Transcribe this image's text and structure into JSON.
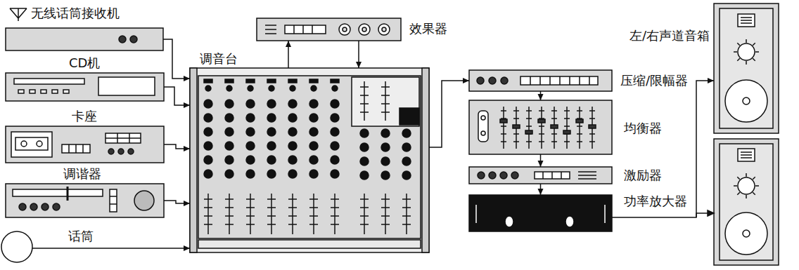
{
  "diagram": {
    "nodes": [
      {
        "text": [
          "无线话筒接收机"
        ]
      },
      {
        "text": [
          "CD机"
        ]
      },
      {
        "text": [
          "卡座"
        ]
      },
      {
        "text": [
          "调谐器"
        ]
      },
      {
        "text": [
          "话筒"
        ]
      },
      {
        "text": [
          "效果器"
        ]
      },
      {
        "text": [
          "调音台"
        ]
      },
      {
        "text": [
          "压缩/限幅器"
        ]
      },
      {
        "text": [
          "均衡器"
        ]
      },
      {
        "text": [
          "激励器"
        ]
      },
      {
        "text": [
          "功率放大器"
        ]
      },
      {
        "text": [
          "左/右声道音箱"
        ]
      }
    ],
    "edges": [
      {
        "from": 0,
        "to": 6,
        "arrow": "to"
      },
      {
        "from": 1,
        "to": 6,
        "arrow": "to"
      },
      {
        "from": 2,
        "to": 6,
        "arrow": "to"
      },
      {
        "from": 3,
        "to": 6,
        "arrow": "to"
      },
      {
        "from": 4,
        "to": 6,
        "arrow": "to"
      },
      {
        "from": 6,
        "to": 5,
        "arrow": "to"
      },
      {
        "from": 5,
        "to": 6,
        "arrow": "to"
      },
      {
        "from": 6,
        "to": 7,
        "arrow": "to"
      },
      {
        "from": 7,
        "to": 8,
        "arrow": "to"
      },
      {
        "from": 8,
        "to": 9,
        "arrow": "to"
      },
      {
        "from": 9,
        "to": 10,
        "arrow": "to"
      },
      {
        "from": 10,
        "to": 11,
        "arrow": "to"
      }
    ]
  }
}
